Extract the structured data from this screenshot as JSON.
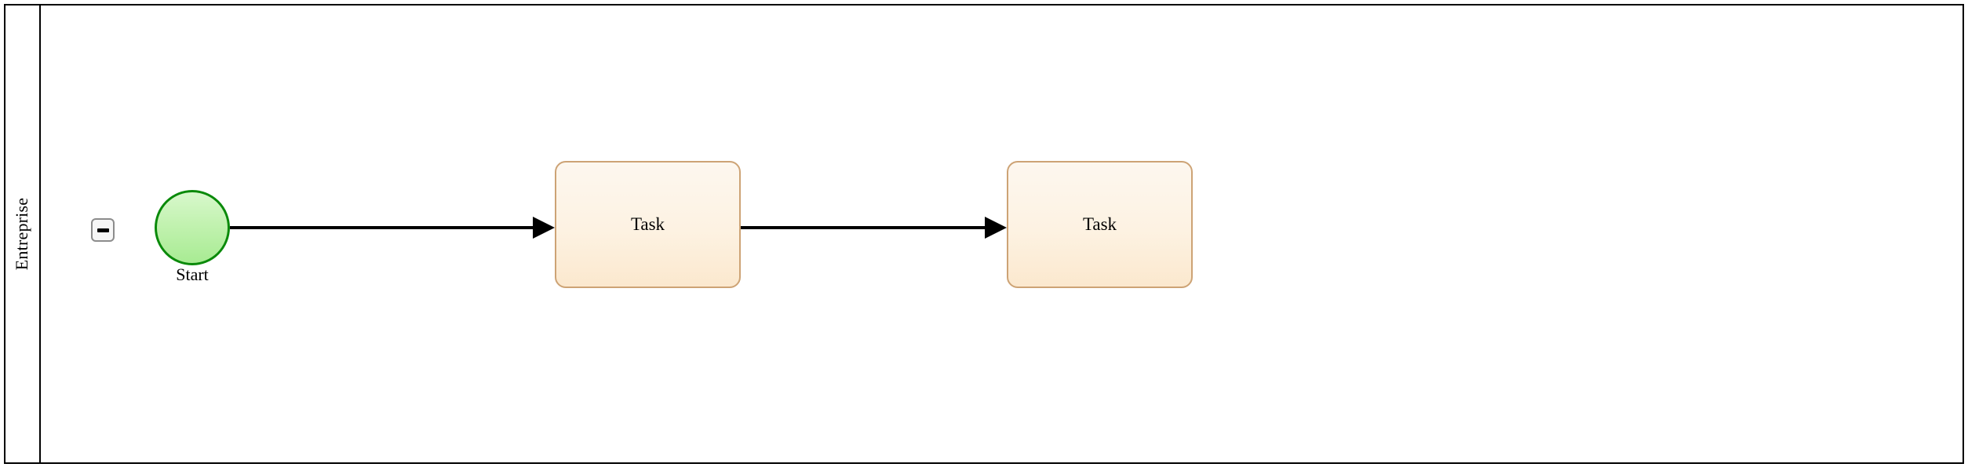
{
  "diagram": {
    "type": "bpmn-process",
    "background_color": "#ffffff",
    "pool": {
      "lane": {
        "name": "Entreprise",
        "collapse_control": {
          "icon": "minus-icon",
          "state": "expanded",
          "border_color": "#8c8c8c",
          "fill_color": "#f7f7f7"
        }
      },
      "border_color": "#000000"
    },
    "nodes": [
      {
        "id": "start-event",
        "type": "start-event",
        "label": "Start",
        "shape": "circle",
        "fill_color": "#c2f2b0",
        "border_color": "#0a8a0a"
      },
      {
        "id": "task-1",
        "type": "task",
        "label": "Task",
        "shape": "rounded-rectangle",
        "fill_color": "#fdf2e2",
        "border_color": "#cda375"
      },
      {
        "id": "task-2",
        "type": "task",
        "label": "Task",
        "shape": "rounded-rectangle",
        "fill_color": "#fdf2e2",
        "border_color": "#cda375"
      }
    ],
    "flows": [
      {
        "id": "flow-1",
        "from": "start-event",
        "to": "task-1",
        "color": "#000000",
        "arrow": "filled-triangle"
      },
      {
        "id": "flow-2",
        "from": "task-1",
        "to": "task-2",
        "color": "#000000",
        "arrow": "filled-triangle"
      }
    ]
  }
}
